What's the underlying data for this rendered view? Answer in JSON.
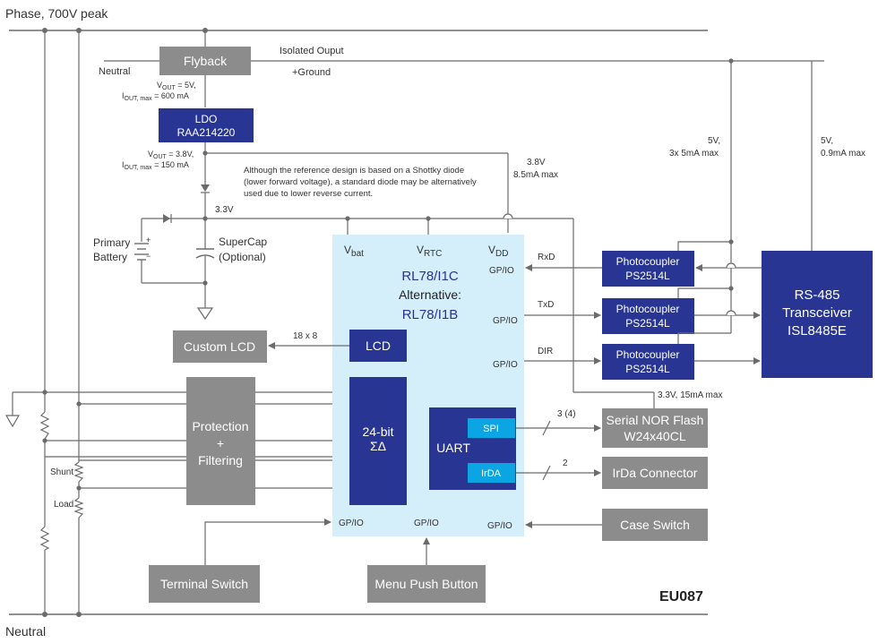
{
  "labels": {
    "phase": "Phase, 700V peak",
    "neutral_bottom": "Neutral",
    "neutral_left": "Neutral",
    "isolated_output": "Isolated Ouput",
    "ground": "+Ground",
    "vout_5v": "V",
    "vout_5v_sub": "OUT",
    "vout_5v_val": " = 5V,",
    "iout_600": "I",
    "iout_600_sub": "OUT, max",
    "iout_600_val": " = 600 mA",
    "vout_38": "V",
    "vout_38_sub": "OUT",
    "vout_38_val": " = 3.8V,",
    "iout_150": "I",
    "iout_150_sub": "OUT, max",
    "iout_150_val": " = 150 mA",
    "note_line1": "Although the reference design is based on a Shottky diode",
    "note_line2": "(lower forward voltage), a standard diode may be alternatively",
    "note_line3": "used due to lower reverse current.",
    "v33": "3.3V",
    "v38": "3.8V",
    "v38_current": "8.5mA max",
    "p5v_a": "5V,",
    "p5v_a2": "3x 5mA max",
    "p5v_b": "5V,",
    "p5v_b2": "0.9mA max",
    "primary_battery_1": "Primary",
    "primary_battery_2": "Battery",
    "supercap_1": "SuperCap",
    "supercap_2": "(Optional)",
    "bus_18x8": "18 x 8",
    "rxd": "RxD",
    "txd": "TxD",
    "dir": "DIR",
    "flash_power": "3.3V, 15mA max",
    "spi_bus": "3 (4)",
    "irda_bus": "2",
    "shunt": "Shunt",
    "load": "Load",
    "design_id": "EU087"
  },
  "mcu": {
    "vbat": "V",
    "vbat_sub": "bat",
    "vrtc": "V",
    "vrtc_sub": "RTC",
    "vdd": "V",
    "vdd_sub": "DD",
    "name1": "RL78/I1C",
    "alt": "Alternative:",
    "name2": "RL78/I1B",
    "gpio_rx": "GP/IO",
    "gpio_tx": "GP/IO",
    "gpio_dir": "GP/IO",
    "gpio_left": "GP/IO",
    "gpio_mid": "GP/IO",
    "gpio_case": "GP/IO",
    "lcd": "LCD",
    "adc1": "24-bit",
    "adc2": "ΣΔ",
    "uart": "UART",
    "spi": "SPI",
    "irda": "IrDA"
  },
  "blocks": {
    "flyback": "Flyback",
    "ldo1": "LDO",
    "ldo2": "RAA214220",
    "custom_lcd": "Custom LCD",
    "protection1": "Protection",
    "protection2": "+",
    "protection3": "Filtering",
    "photocoupler": "Photocoupler",
    "photocoupler_part": "PS2514L",
    "rs485_1": "RS-485",
    "rs485_2": "Transceiver",
    "rs485_3": "ISL8485E",
    "flash1": "Serial NOR Flash",
    "flash2": "W24x40CL",
    "irda_conn": "IrDa Connector",
    "case_switch": "Case Switch",
    "terminal_switch": "Terminal Switch",
    "menu_button": "Menu Push Button"
  },
  "colors": {
    "dark_blue": "#283592",
    "light_blue_mcu": "#d4eefa",
    "cyan": "#0ba5e4",
    "gray_block": "#8c8c8c",
    "line": "#6b6b6b"
  }
}
